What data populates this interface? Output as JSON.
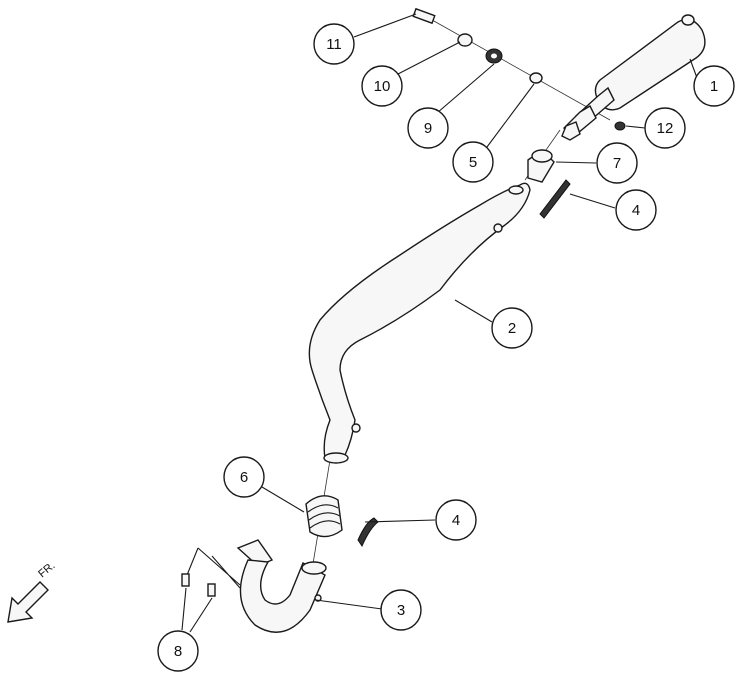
{
  "callouts": {
    "c1": "1",
    "c2": "2",
    "c3": "3",
    "c4a": "4",
    "c4b": "4",
    "c5": "5",
    "c6": "6",
    "c7": "7",
    "c8": "8",
    "c9": "9",
    "c10": "10",
    "c11": "11",
    "c12": "12"
  },
  "direction_label": "FR.",
  "direction_icon": "arrow-down-left-icon"
}
